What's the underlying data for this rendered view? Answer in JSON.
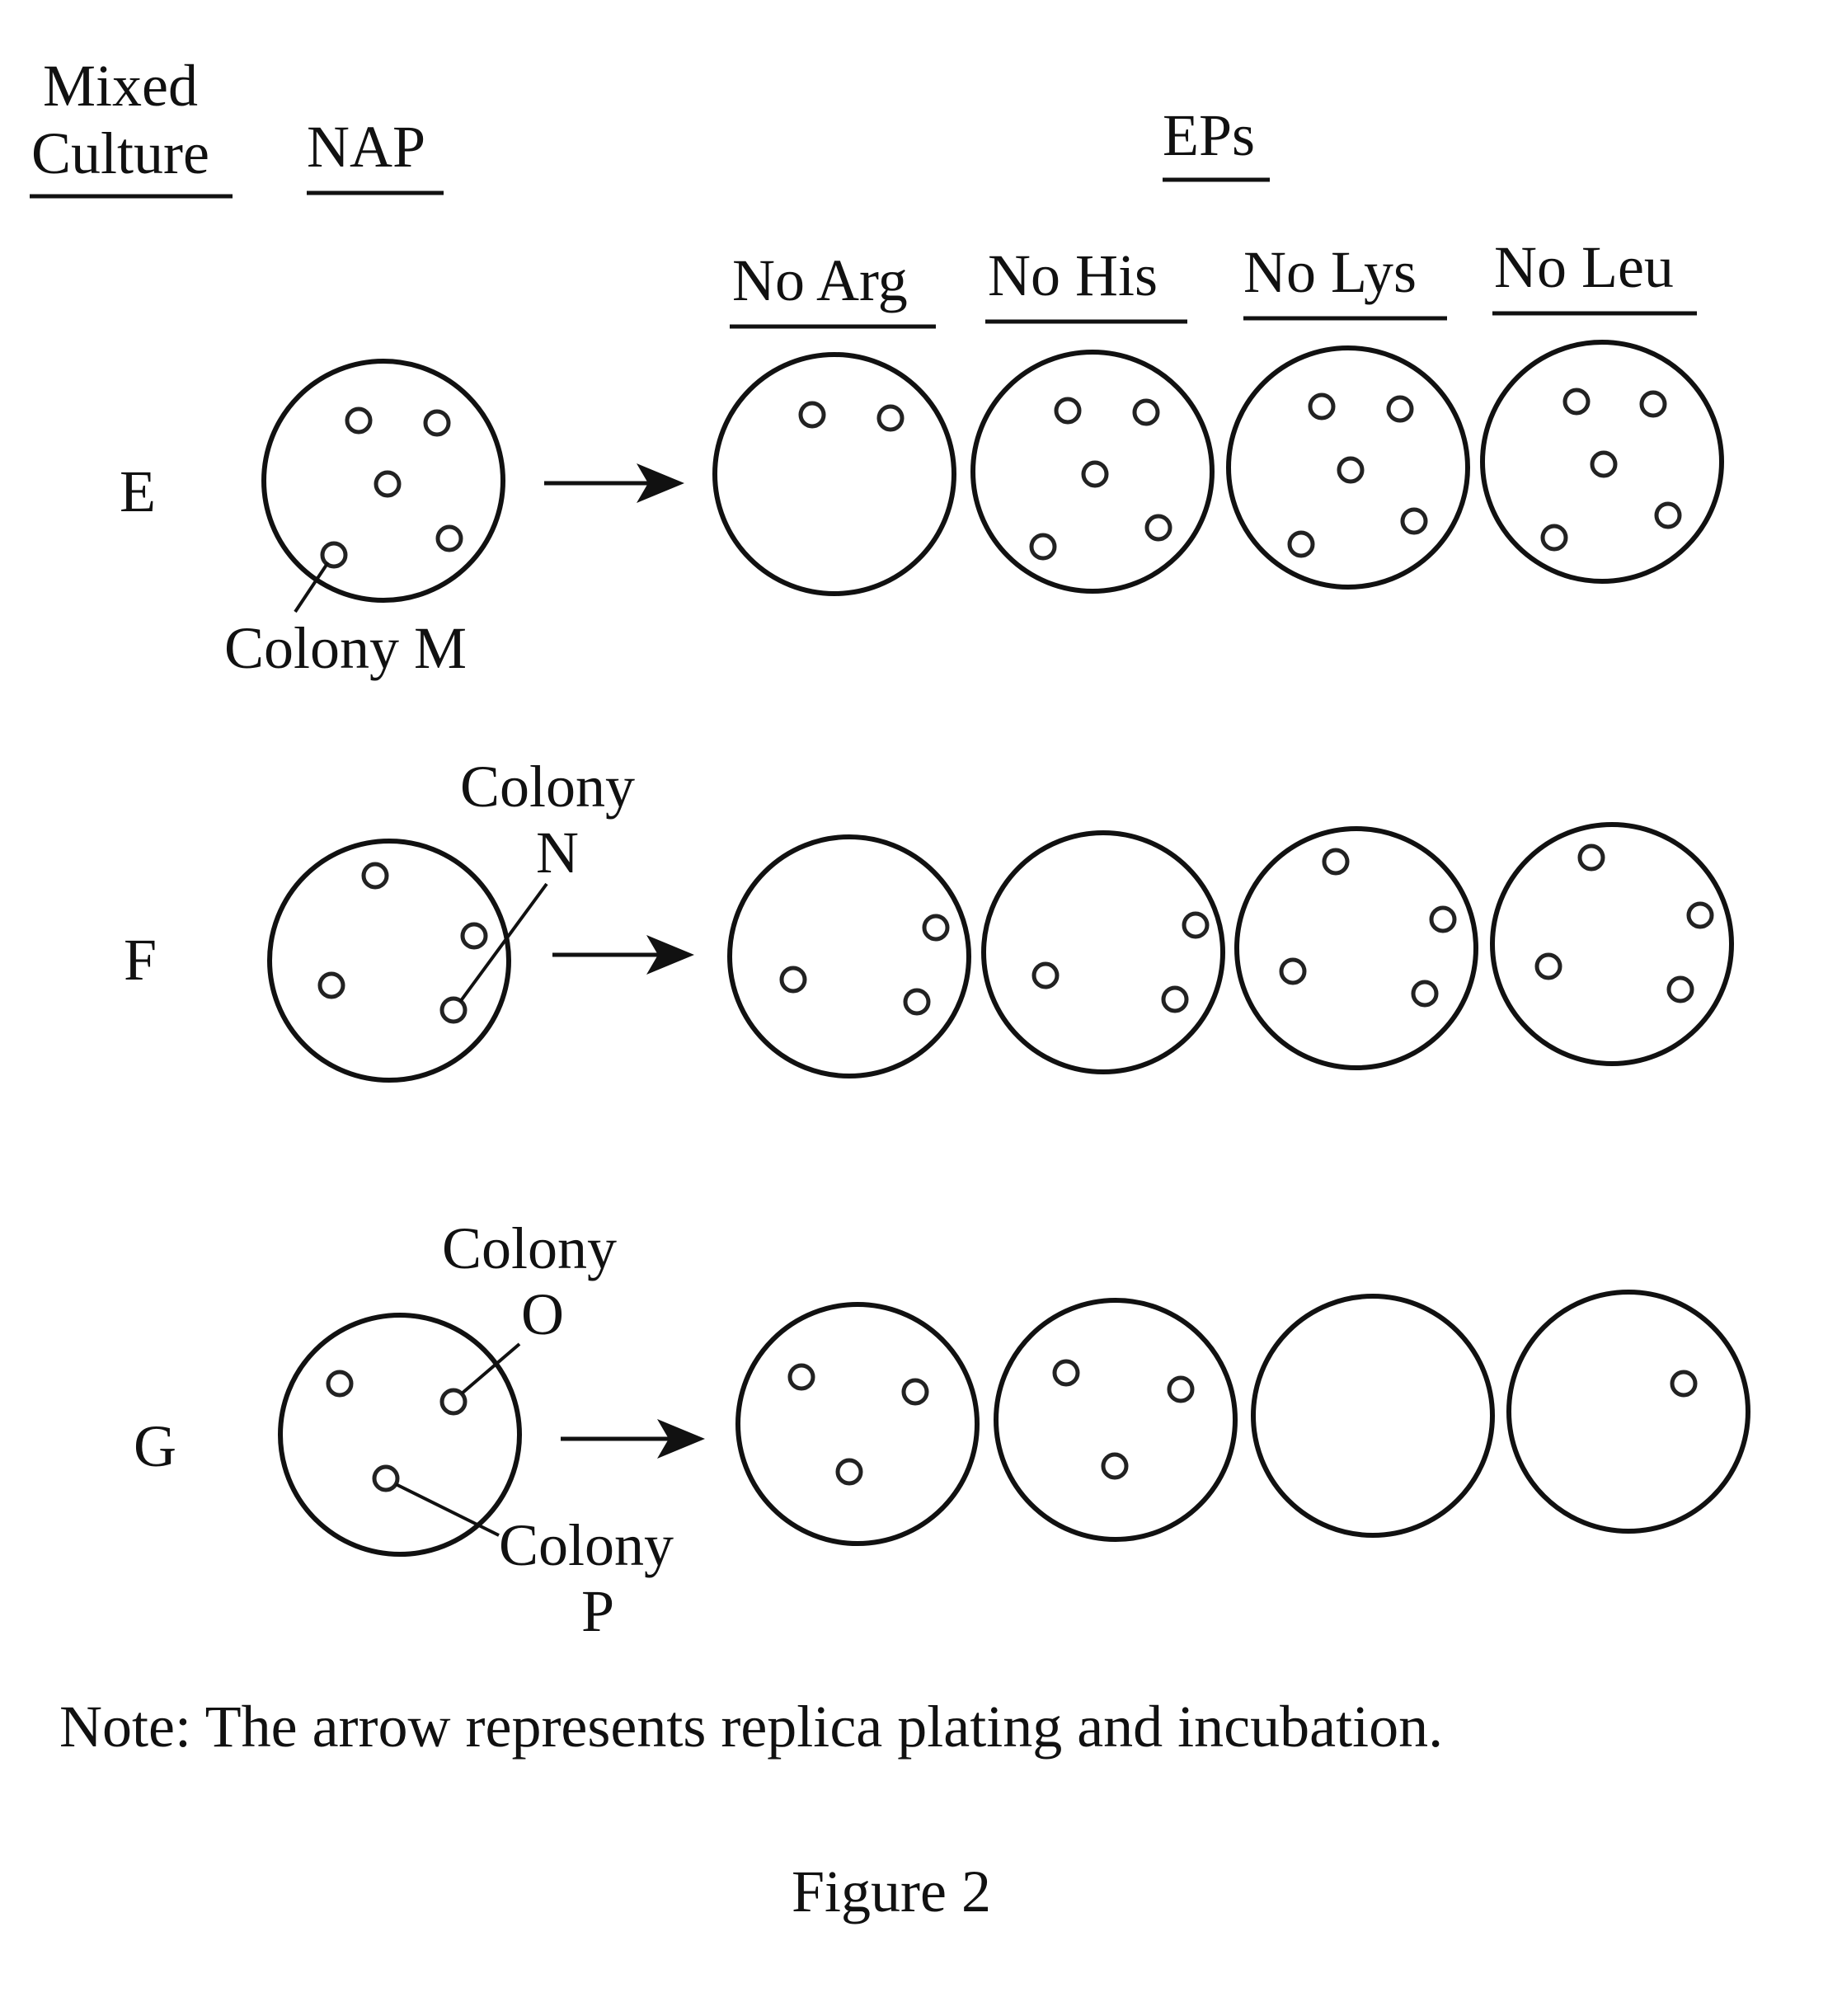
{
  "headers": {
    "mixed_culture_line1": "Mixed",
    "mixed_culture_line2": "Culture",
    "nap": "NAP",
    "eps": "EPs"
  },
  "media": [
    "No Arg",
    "No His",
    "No Lys",
    "No Leu"
  ],
  "rows": [
    {
      "label": "E",
      "callouts": [
        {
          "lines": [
            "Colony M"
          ]
        }
      ],
      "nap_colony_count": 5,
      "ep_colony_counts": [
        2,
        5,
        5,
        5
      ]
    },
    {
      "label": "F",
      "callouts": [
        {
          "lines": [
            "Colony",
            "N"
          ]
        }
      ],
      "nap_colony_count": 4,
      "ep_colony_counts": [
        3,
        3,
        4,
        4
      ]
    },
    {
      "label": "G",
      "callouts": [
        {
          "lines": [
            "Colony",
            "O"
          ]
        },
        {
          "lines": [
            "Colony",
            "P"
          ]
        }
      ],
      "nap_colony_count": 3,
      "ep_colony_counts": [
        3,
        3,
        0,
        1
      ]
    }
  ],
  "note": "Note: The arrow represents replica plating and incubation.",
  "caption": "Figure 2"
}
